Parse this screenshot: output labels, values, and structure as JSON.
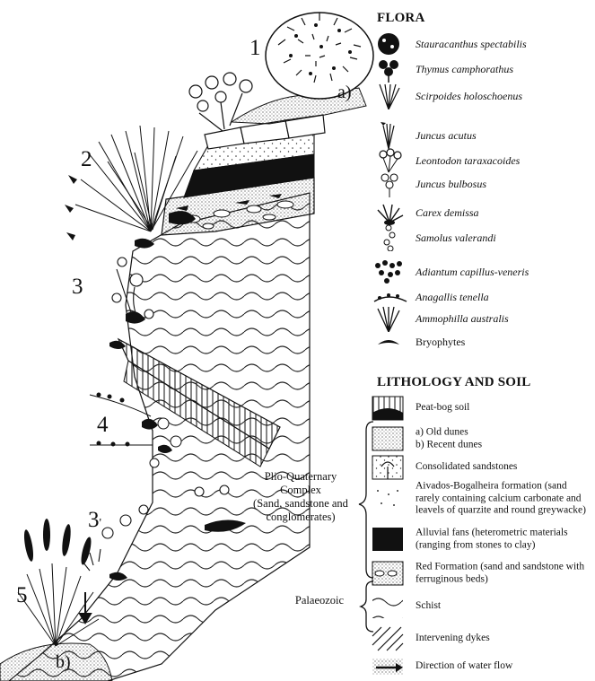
{
  "flora": {
    "title": "FLORA",
    "items": [
      {
        "label": "Stauracanthus spectabilis",
        "icon": "gorse-shrub-icon"
      },
      {
        "label": "Thymus camphorathus",
        "icon": "thyme-cushion-icon"
      },
      {
        "label": "Scirpoides holoschoenus",
        "icon": "rush-tuft-icon"
      },
      {
        "label": "Juncus acutus",
        "icon": "spiny-rush-icon"
      },
      {
        "label": "Leontodon taraxacoides",
        "icon": "hawkbit-flower-icon"
      },
      {
        "label": "Juncus bulbosus",
        "icon": "bulbous-rush-icon"
      },
      {
        "label": "Carex demissa",
        "icon": "sedge-icon"
      },
      {
        "label": "Samolus valerandi",
        "icon": "brookweed-icon"
      },
      {
        "label": "Adiantum capillus-veneris",
        "icon": "maidenhair-fern-icon"
      },
      {
        "label": "Anagallis tenella",
        "icon": "bog-pimpernel-icon"
      },
      {
        "label": "Ammophilla australis",
        "icon": "marram-grass-icon"
      },
      {
        "label": "Bryophytes",
        "icon": "moss-icon"
      }
    ]
  },
  "lithology": {
    "title": "LITHOLOGY AND SOIL",
    "items": [
      {
        "label": "Peat-bog soil",
        "icon": "peat-soil-swatch-icon"
      },
      {
        "label": "a) Old dunes\nb) Recent dunes",
        "icon": "dune-sand-swatch-icon"
      },
      {
        "label": "Consolidated sandstones",
        "icon": "sandstone-swatch-icon"
      },
      {
        "label": "Aivados-Bogalheira formation (sand rarely containing calcium carbonate and leavels of quarzite and round greywacke)",
        "icon": "sparse-dot-swatch-icon"
      },
      {
        "label": "Alluvial fans (heterometric materials (ranging from stones to clay)",
        "icon": "alluvial-black-swatch-icon"
      },
      {
        "label": "Red Formation (sand and sandstone with ferruginous beds)",
        "icon": "red-formation-swatch-icon"
      },
      {
        "label": "Schist",
        "icon": "schist-wave-swatch-icon"
      },
      {
        "label": "Intervening dykes",
        "icon": "dyke-hatch-swatch-icon"
      },
      {
        "label": "Direction of water flow",
        "icon": "water-flow-arrow-icon"
      }
    ],
    "groups": {
      "plio": "Plio-Quaternary\nComplex\n(Sand, sandstone and\nconglomerates)",
      "paleo": "Palaeozoic"
    }
  },
  "zones": [
    {
      "num": "1",
      "sub": ""
    },
    {
      "num": "2",
      "sub": ""
    },
    {
      "num": "3",
      "sub": ""
    },
    {
      "num": "4",
      "sub": ""
    },
    {
      "num": "3",
      "sub": "'"
    },
    {
      "num": "5",
      "sub": ""
    }
  ],
  "dune_tags": {
    "a": "a)",
    "b": "b)"
  }
}
